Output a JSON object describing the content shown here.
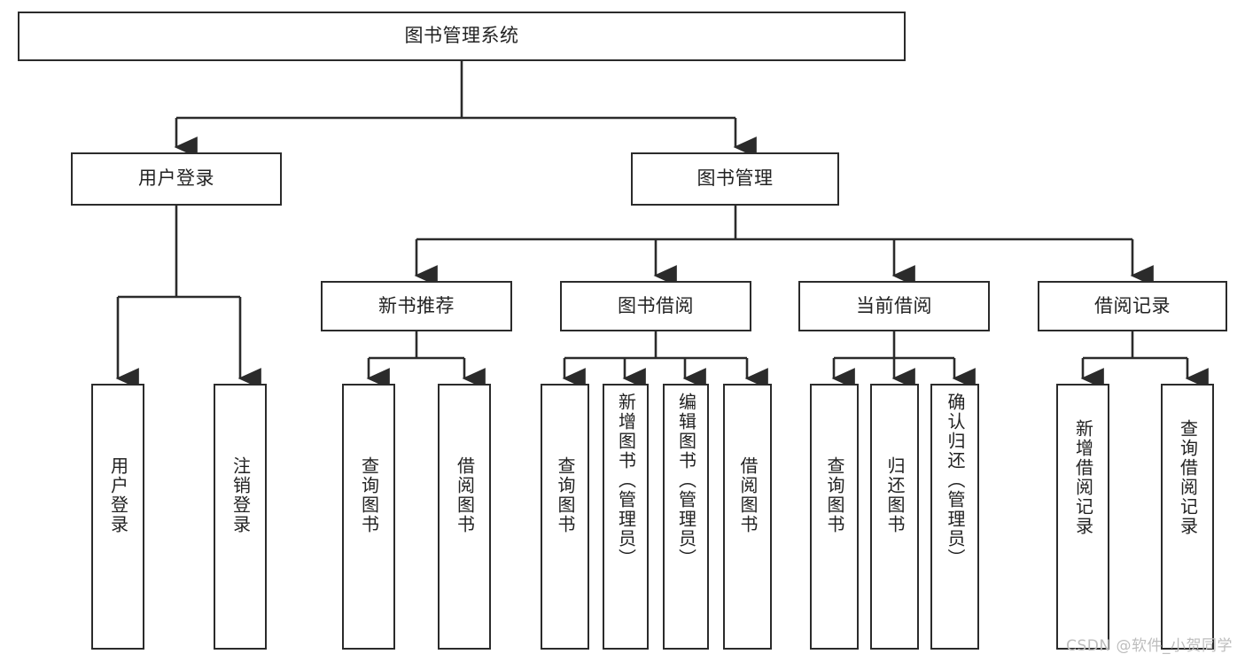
{
  "diagram": {
    "title_node": {
      "label": "图书管理系统"
    },
    "level1": [
      {
        "label": "用户登录"
      },
      {
        "label": "图书管理"
      }
    ],
    "level2": [
      {
        "label": "新书推荐"
      },
      {
        "label": "图书借阅"
      },
      {
        "label": "当前借阅"
      },
      {
        "label": "借阅记录"
      }
    ],
    "leaves": {
      "user_login": [
        {
          "label": "用户登录"
        },
        {
          "label": "注销登录"
        }
      ],
      "new_book_recommend": [
        {
          "label": "查询图书"
        },
        {
          "label": "借阅图书"
        }
      ],
      "book_borrow": [
        {
          "label": "查询图书"
        },
        {
          "label": "新增图书（管理员）"
        },
        {
          "label": "编辑图书（管理员）"
        },
        {
          "label": "借阅图书"
        }
      ],
      "current_borrow": [
        {
          "label": "查询图书"
        },
        {
          "label": "归还图书"
        },
        {
          "label": "确认归还（管理员）"
        }
      ],
      "borrow_record": [
        {
          "label": "新增借阅记录"
        },
        {
          "label": "查询借阅记录"
        }
      ]
    }
  },
  "watermark": {
    "text": "CSDN @软件_小贺同学"
  },
  "colors": {
    "stroke": "#2b2b2b",
    "fill": "#ffffff",
    "text": "#222222",
    "watermark": "#bdbdbd"
  }
}
